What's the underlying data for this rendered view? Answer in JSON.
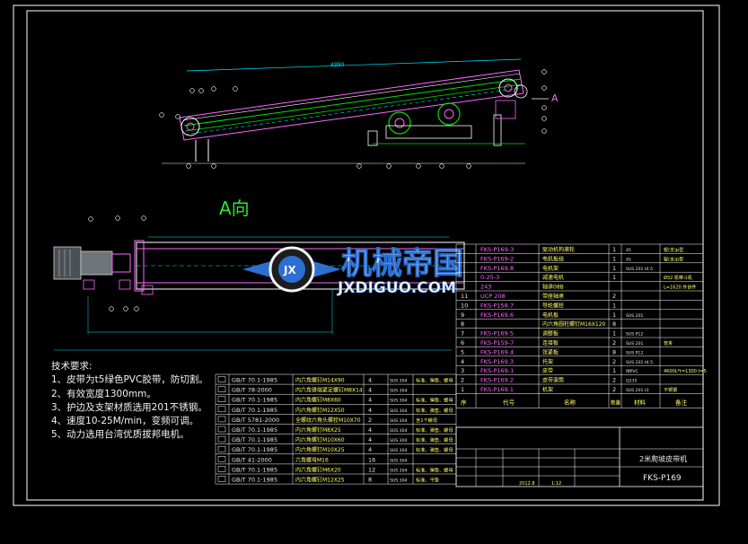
{
  "colors": {
    "background": "#000000",
    "frame": "#ffffff",
    "conveyor": "#ff66ff",
    "rail": "#00e000",
    "dimension": "#00e5ff",
    "motor": "#9aa0a6",
    "watermark_blue": "#2c6fd1",
    "watermark_white": "#f4f4f4",
    "label_green": "#2ee62e",
    "table_text": "#eaeaea",
    "table_magenta": "#ff66ff",
    "table_yellow": "#ffff66",
    "table_line": "#ffffff"
  },
  "view_label": "A向",
  "arrow_letter": "A",
  "top_dimension": "4990",
  "tech": {
    "title": "技术要求:",
    "lines": [
      "1、皮带为t5绿色PVC胶带，防切割。",
      "2、有效宽度1300mm。",
      "3、护边及支架材质选用201不锈钢。",
      "4、速度10-25M/min，变频可调。",
      "5、动力选用台湾优质拔邦电机。"
    ]
  },
  "watermark": {
    "brand": "机械帝国",
    "url": "JXDIGUO.COM",
    "emblem": "JX"
  },
  "parts_list": [
    {
      "no": "",
      "code": "FKS-P169-3",
      "name": "驱动机构滚轮",
      "qty": "1",
      "mat": "45",
      "note": "辊(支)p型"
    },
    {
      "no": "",
      "code": "FKS-P169-2",
      "name": "电机板组",
      "qty": "1",
      "mat": "45",
      "note": "辊(支)p型"
    },
    {
      "no": "",
      "code": "FKS-P169.8",
      "name": "电机架",
      "qty": "1",
      "mat": "SUS 201 t4.5",
      "note": ""
    },
    {
      "no": "",
      "code": "0-25-3",
      "name": "减速电机",
      "qty": "1",
      "mat": "",
      "note": "Ø32 机带斗机"
    },
    {
      "no": "",
      "code": "243",
      "name": "轴承08B",
      "qty": "",
      "mat": "",
      "note": "L=1620 外协件"
    },
    {
      "no": "11",
      "code": "UCP 208",
      "name": "带座轴承",
      "qty": "2",
      "mat": "",
      "note": ""
    },
    {
      "no": "10",
      "code": "FKS-P158.7",
      "name": "导轮螺栓",
      "qty": "1",
      "mat": "",
      "note": ""
    },
    {
      "no": "9",
      "code": "FKS-P169.6",
      "name": "电机板",
      "qty": "1",
      "mat": "SUS 201",
      "note": ""
    },
    {
      "no": "8",
      "code": "",
      "name": "内六角圆柱螺钉M16X120",
      "qty": "8",
      "mat": "",
      "note": ""
    },
    {
      "no": "7",
      "code": "FKS-P169.5",
      "name": "调整板",
      "qty": "1",
      "mat": "SUS P12",
      "note": ""
    },
    {
      "no": "6",
      "code": "FKS-P159-7",
      "name": "连接板",
      "qty": "2",
      "mat": "SUS 201",
      "note": "管夹"
    },
    {
      "no": "5",
      "code": "FKS-P169.4",
      "name": "张紧板",
      "qty": "8",
      "mat": "SUS P12",
      "note": ""
    },
    {
      "no": "4",
      "code": "FKS-P169.3",
      "name": "托架",
      "qty": "2",
      "mat": "SUS 201 t4.5",
      "note": ""
    },
    {
      "no": "3",
      "code": "FKS-P169-1",
      "name": "皮带",
      "qty": "1",
      "mat": "绿PVC",
      "note": "4600L*t=1300 t=5"
    },
    {
      "no": "2",
      "code": "FKS-P169.2",
      "name": "皮带滚筒",
      "qty": "2",
      "mat": "Q235",
      "note": ""
    },
    {
      "no": "1",
      "code": "FKS-P169.1",
      "name": "机架",
      "qty": "2",
      "mat": "SUS 201 t3",
      "note": "不锈钢"
    }
  ],
  "parts_header": {
    "no": "序",
    "code": "代号",
    "name": "名称",
    "qty": "数量",
    "mat": "材料",
    "note": "备注"
  },
  "std_parts": [
    {
      "std": "GB/T 70.1-1985",
      "name": "内六角螺钉M14X90",
      "qty": "4",
      "mat": "SUS 304",
      "note": "标准、弹垫、螺母"
    },
    {
      "std": "GB/T 78-2000",
      "name": "内六角锥端紧定螺钉M8X14",
      "qty": "4",
      "mat": "SUS 304",
      "note": ""
    },
    {
      "std": "GB/T 70.1-1985",
      "name": "内六角螺钉M8X60",
      "qty": "4",
      "mat": "SUS 304",
      "note": "标准、弹垫、螺母"
    },
    {
      "std": "GB/T 70.1-1985",
      "name": "内六角螺钉M12X50",
      "qty": "4",
      "mat": "SUS 304",
      "note": "标准、弹垫、螺母"
    },
    {
      "std": "GB/T 5781-2000",
      "name": "全螺纹六角头螺栓M10X70",
      "qty": "2",
      "mat": "SUS 304",
      "note": "含1个螺母"
    },
    {
      "std": "GB/T 70.1-1985",
      "name": "内六角螺钉M8X25",
      "qty": "4",
      "mat": "SUS 304",
      "note": "标准、弹垫、螺母"
    },
    {
      "std": "GB/T 70.1-1985",
      "name": "内六角螺钉M10X60",
      "qty": "4",
      "mat": "SUS 304",
      "note": "标准、弹垫、螺母"
    },
    {
      "std": "GB/T 70.1-1985",
      "name": "内六角螺钉M10X25",
      "qty": "4",
      "mat": "SUS 304",
      "note": "标准、弹垫、螺母"
    },
    {
      "std": "GB/T 41-2000",
      "name": "六角螺母M16",
      "qty": "16",
      "mat": "SUS 304",
      "note": ""
    },
    {
      "std": "GB/T 70.1-1985",
      "name": "内六角螺钉M6X20",
      "qty": "12",
      "mat": "SUS 304",
      "note": "标准、弹垫、螺母"
    },
    {
      "std": "GB/T 70.1-1985",
      "name": "内六角螺钉M12X25",
      "qty": "8",
      "mat": "SUS 304",
      "note": "标准、平垫"
    }
  ],
  "title_block": {
    "product": "2米爬坡皮带机",
    "drawing_no": "FKS-P169",
    "date": "2012.8",
    "scale": "1:12"
  }
}
